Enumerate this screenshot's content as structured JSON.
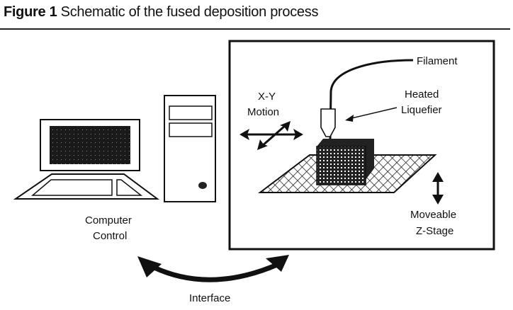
{
  "figure": {
    "number_label": "Figure 1",
    "caption": "Schematic of the fused deposition process"
  },
  "labels": {
    "filament": "Filament",
    "heated": "Heated",
    "liquefier": "Liquefier",
    "xy": "X-Y",
    "motion": "Motion",
    "moveable": "Moveable",
    "zstage": "Z-Stage",
    "computer": "Computer",
    "control": "Control",
    "interface": "Interface"
  }
}
